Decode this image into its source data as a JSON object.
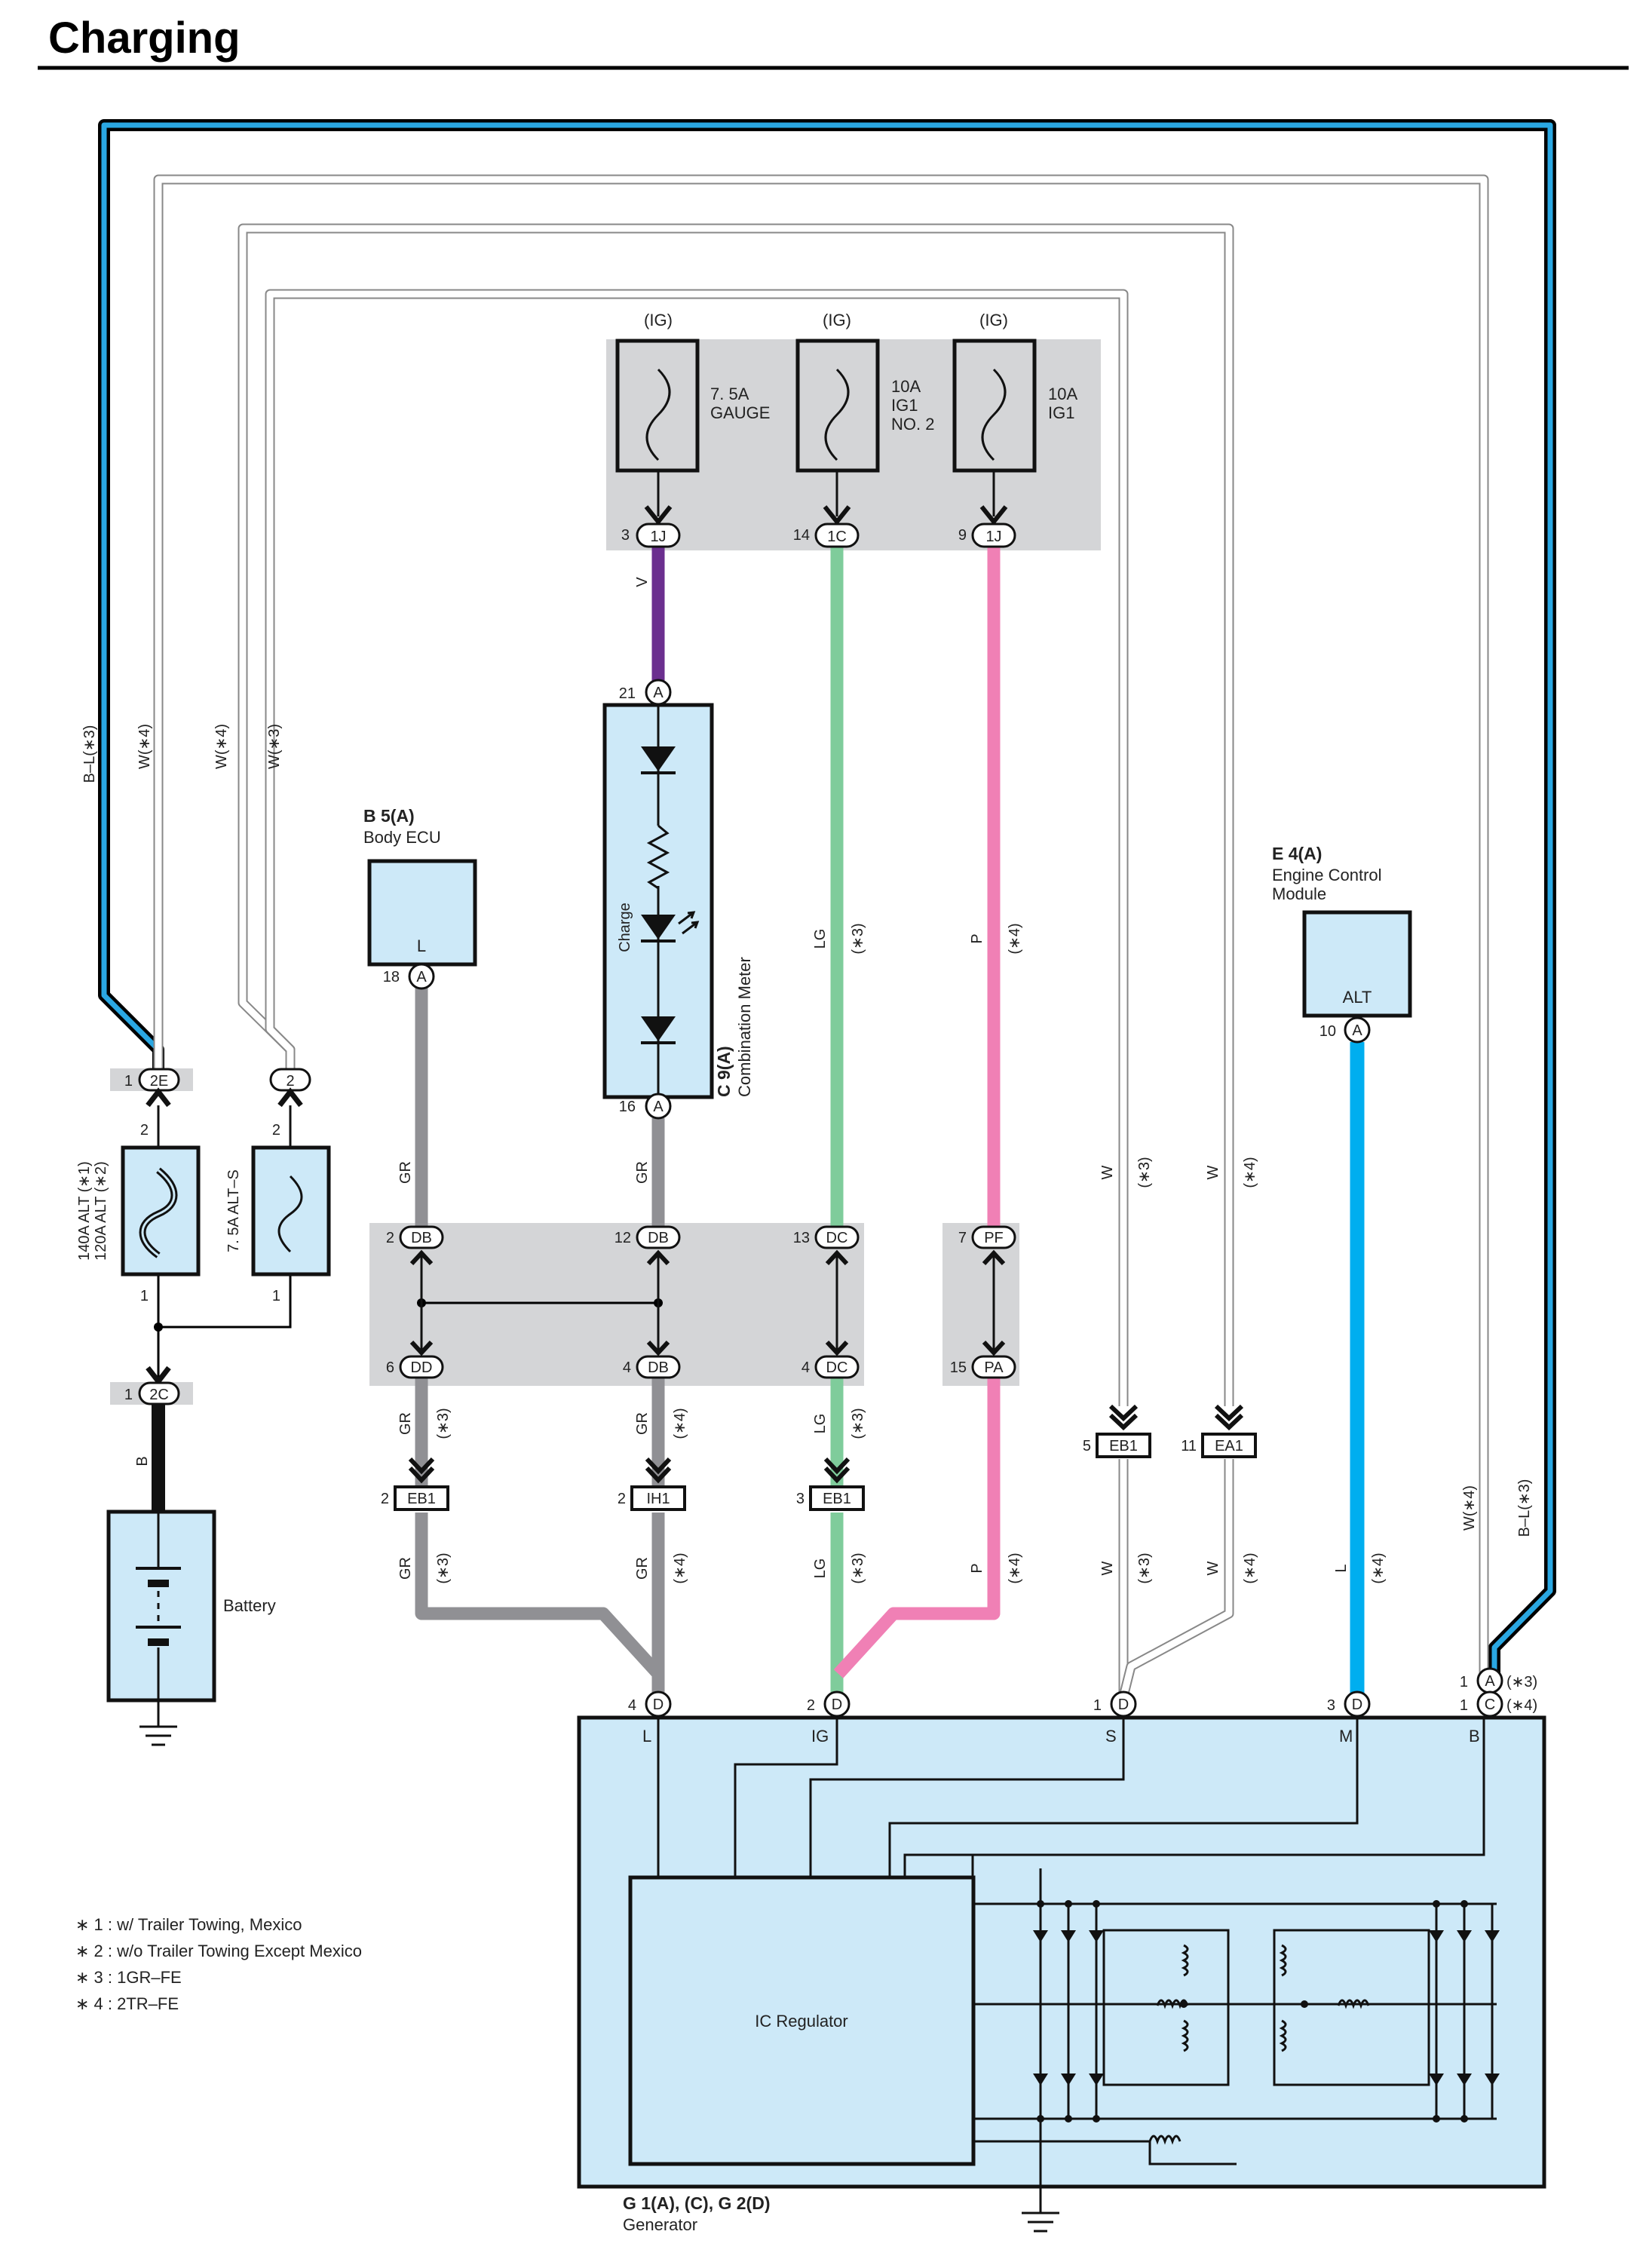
{
  "title": "Charging",
  "colors": {
    "fill": "#cde9f8",
    "gray_box": "#d4d5d7",
    "violet": "#6b2f8f",
    "lightgreen": "#7fcc9b",
    "pink": "#f080b5",
    "gray_wire": "#909094",
    "blue": "#00aeef",
    "bl_wire": "#2aa7e2"
  },
  "fuses": {
    "ig_label": "(IG)",
    "gauge": {
      "line1": "7. 5A",
      "line2": "GAUGE",
      "pin": "3",
      "conn": "1J"
    },
    "ig1no2": {
      "line1": "10A",
      "line2": "IG1",
      "line3": "NO. 2",
      "pin": "14",
      "conn": "1C"
    },
    "ig1": {
      "line1": "10A",
      "line2": "IG1",
      "pin": "9",
      "conn": "1J"
    },
    "alt": {
      "line1": "140A ALT (∗1)",
      "line2": "120A ALT (∗2)",
      "pin_top": "2",
      "pin_bot": "1"
    },
    "alt_s": {
      "label": "7. 5A ALT–S",
      "pin_top": "2",
      "pin_bot": "1"
    }
  },
  "connectors": {
    "c2e": {
      "pin": "1",
      "id": "2E"
    },
    "c2": {
      "id": "2"
    },
    "c2c": {
      "pin": "1",
      "id": "2C"
    },
    "db2": {
      "pin": "2",
      "id": "DB"
    },
    "db12": {
      "pin": "12",
      "id": "DB"
    },
    "dc13": {
      "pin": "13",
      "id": "DC"
    },
    "pf7": {
      "pin": "7",
      "id": "PF"
    },
    "dd6": {
      "pin": "6",
      "id": "DD"
    },
    "db4": {
      "pin": "4",
      "id": "DB"
    },
    "dc4": {
      "pin": "4",
      "id": "DC"
    },
    "pa15": {
      "pin": "15",
      "id": "PA"
    },
    "eb1_2": {
      "pin": "2",
      "id": "EB1"
    },
    "ih1_2": {
      "pin": "2",
      "id": "IH1"
    },
    "eb1_3": {
      "pin": "3",
      "id": "EB1"
    },
    "eb1_5": {
      "pin": "5",
      "id": "EB1"
    },
    "ea1_11": {
      "pin": "11",
      "id": "EA1"
    }
  },
  "wires": {
    "v": "V",
    "lg": "LG",
    "p": "P",
    "gr": "GR",
    "w": "W",
    "l": "L",
    "b": "B",
    "bl3": "B–L(∗3)",
    "w4": "W(∗4)",
    "w3": "W(∗3)",
    "s3": "(∗3)",
    "s4": "(∗4)"
  },
  "body_ecu": {
    "code": "B 5(A)",
    "name": "Body ECU",
    "term": "L",
    "pin": "18",
    "conn": "A"
  },
  "meter": {
    "code": "C 9(A)",
    "name": "Combination Meter",
    "lamp": "Charge",
    "pin_top": "21",
    "pin_bot": "16",
    "conn": "A"
  },
  "ecm": {
    "code": "E 4(A)",
    "name1": "Engine Control",
    "name2": "Module",
    "term": "ALT",
    "pin": "10",
    "conn": "A"
  },
  "battery": {
    "label": "Battery"
  },
  "generator": {
    "code": "G 1(A), (C), G 2(D)",
    "name": "Generator",
    "regulator": "IC Regulator",
    "terminals": [
      {
        "pin": "4",
        "conn": "D",
        "label": "L"
      },
      {
        "pin": "2",
        "conn": "D",
        "label": "IG"
      },
      {
        "pin": "1",
        "conn": "D",
        "label": "S"
      },
      {
        "pin": "3",
        "conn": "D",
        "label": "M"
      }
    ],
    "b_term": {
      "label": "B",
      "pin_a": "1",
      "conn_a": "A",
      "note_a": "(∗3)",
      "pin_c": "1",
      "conn_c": "C",
      "note_c": "(∗4)"
    }
  },
  "notes": [
    "∗ 1 : w/ Trailer Towing,  Mexico",
    "∗ 2 : w/o Trailer Towing Except Mexico",
    "∗ 3 : 1GR–FE",
    "∗ 4 : 2TR–FE"
  ]
}
